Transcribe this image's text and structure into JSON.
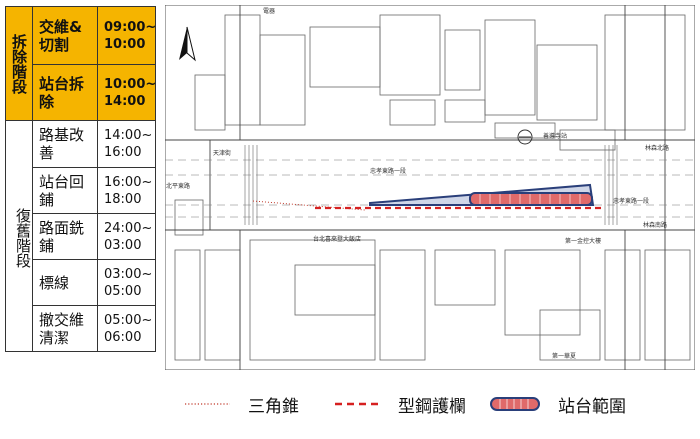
{
  "schedule": {
    "phase1": "拆除階段",
    "phase2": "復舊階段",
    "rows": [
      {
        "task": "交維&切割",
        "time": "09:00~ 10:00"
      },
      {
        "task": "站台拆除",
        "time": "10:00~ 14:00"
      },
      {
        "task": "路基改善",
        "time": "14:00~ 16:00"
      },
      {
        "task": "站台回鋪",
        "time": "16:00~ 18:00"
      },
      {
        "task": "路面銑鋪",
        "time": "24:00~ 03:00"
      },
      {
        "task": "標線",
        "time": "03:00~ 05:00"
      },
      {
        "task": "撤交維清潔",
        "time": "05:00~ 06:00"
      }
    ]
  },
  "map": {
    "labels": {
      "top_building": "電器",
      "road_main_left": "忠孝東路一段",
      "road_main_right": "忠孝東路一段",
      "left_street": "天津街",
      "left_street_b": "北平東路",
      "bottom_building": "台北喜來登大飯店",
      "right_road": "林森北路",
      "right_road_b": "林森南路",
      "station": "善導寺站",
      "bottom_right_building": "第一金控大樓",
      "bottom_lower": "第一華夏"
    }
  },
  "legend": {
    "cone_label": "三角錐",
    "barrier_label": "型鋼護欄",
    "platform_label": "站台範圍"
  },
  "colors": {
    "highlight": "#f5b400",
    "cone": "#c0392b",
    "barrier": "#d62020",
    "platform_fill": "#e06a6a",
    "platform_border": "#2a3f7a"
  }
}
